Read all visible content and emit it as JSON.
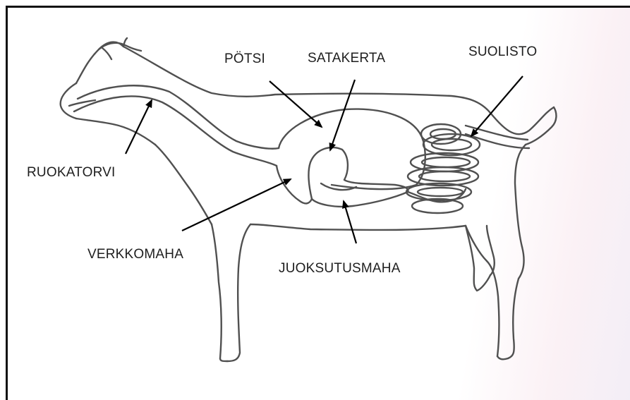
{
  "labels": {
    "potsi": "PÖTSI",
    "satakerta": "SATAKERTA",
    "suolisto": "SUOLISTO",
    "ruokatorvi": "RUOKATORVI",
    "verkkomaha": "VERKKOMAHA",
    "juoksutusmaha": "JUOKSUTUSMAHA"
  },
  "colors": {
    "outline": "#505050",
    "arrow": "#000000",
    "text": "#1e1e1e"
  }
}
